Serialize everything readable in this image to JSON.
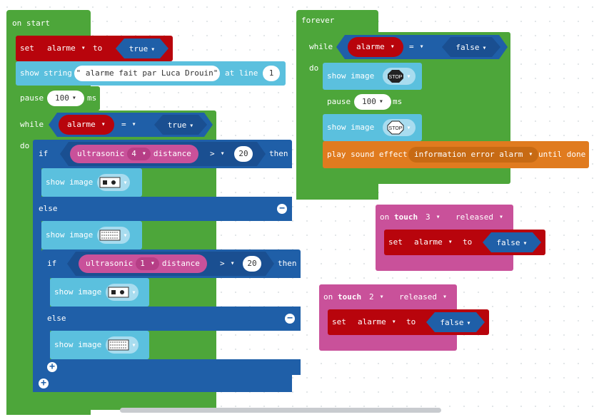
{
  "on_start": {
    "hat": "on start",
    "set_kw": "set",
    "set_var": "alarme",
    "set_to": "to",
    "set_value": "true",
    "show_string_kw": "show string",
    "show_string_value": "\" alarme fait par Luca Drouin\"",
    "at_line": "at line",
    "line_value": "1",
    "pause_kw": "pause",
    "pause_value": "100",
    "pause_unit": "ms",
    "while_kw": "while",
    "while_var": "alarme",
    "while_op": "=",
    "while_value": "true",
    "do_kw": "do",
    "if_kw": "if",
    "ultra1_label": "ultrasonic",
    "ultra1_port": "4",
    "ultra1_suffix": "distance",
    "cmp1_op": ">",
    "cmp1_value": "20",
    "then_kw": "then",
    "show_image_kw": "show image",
    "else_kw": "else",
    "if2_kw": "if",
    "ultra2_label": "ultrasonic",
    "ultra2_port": "1",
    "ultra2_suffix": "distance",
    "cmp2_op": ">",
    "cmp2_value": "20",
    "then2_kw": "then",
    "else2_kw": "else"
  },
  "forever": {
    "hat": "forever",
    "while_kw": "while",
    "var": "alarme",
    "op": "=",
    "value": "false",
    "do_kw": "do",
    "show_image_kw": "show image",
    "pause_kw": "pause",
    "pause_value": "100",
    "pause_unit": "ms",
    "sound_kw": "play sound effect",
    "sound_value": "information error alarm",
    "until": "until done",
    "stop_text": "STOP"
  },
  "touch3": {
    "on_kw": "on",
    "touch_kw": "touch",
    "pin": "3",
    "event": "released",
    "set_kw": "set",
    "var": "alarme",
    "to_kw": "to",
    "value": "false"
  },
  "touch2": {
    "on_kw": "on",
    "touch_kw": "touch",
    "pin": "2",
    "event": "released",
    "set_kw": "set",
    "var": "alarme",
    "to_kw": "to",
    "value": "false"
  },
  "colors": {
    "basic": "#4da63a",
    "variables": "#b8040c",
    "display": "#5bc0de",
    "logic": "#1f5fa8",
    "input": "#c9519a",
    "sound": "#e07b1f"
  }
}
